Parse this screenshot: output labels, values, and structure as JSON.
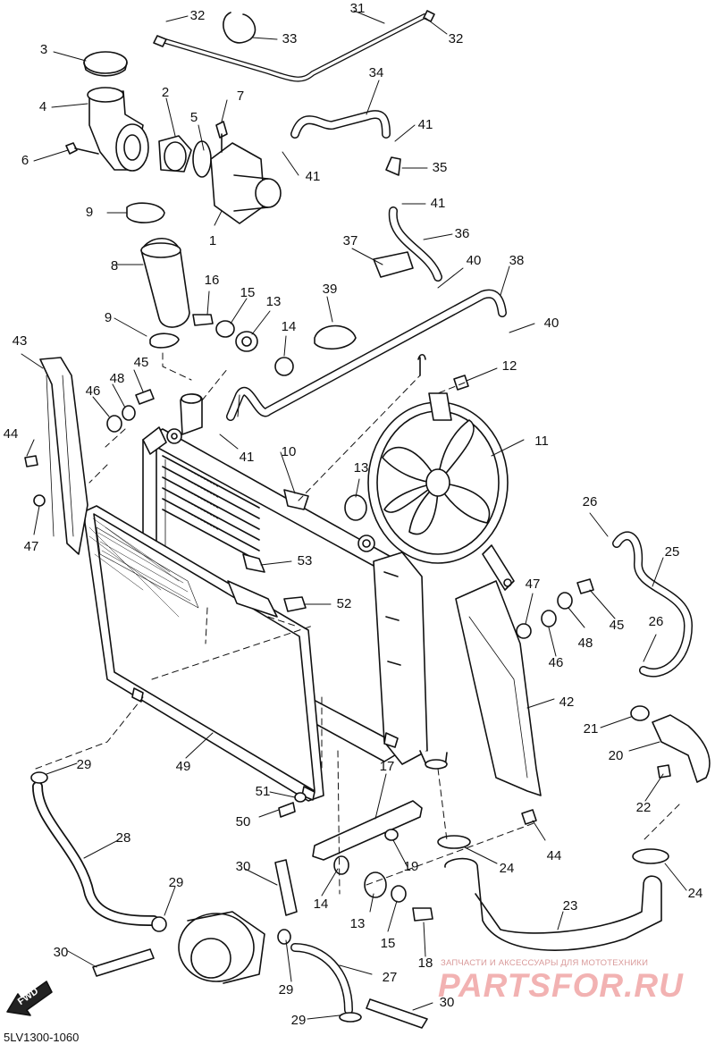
{
  "callouts": {
    "c1": "1",
    "c2": "2",
    "c3": "3",
    "c4": "4",
    "c5": "5",
    "c6": "6",
    "c7": "7",
    "c8": "8",
    "c9a": "9",
    "c9b": "9",
    "c10": "10",
    "c11": "11",
    "c12": "12",
    "c13a": "13",
    "c13b": "13",
    "c13c": "13",
    "c14a": "14",
    "c14b": "14",
    "c15a": "15",
    "c15b": "15",
    "c16": "16",
    "c17": "17",
    "c18": "18",
    "c19": "19",
    "c20": "20",
    "c21": "21",
    "c22": "22",
    "c23": "23",
    "c24a": "24",
    "c24b": "24",
    "c25": "25",
    "c26a": "26",
    "c26b": "26",
    "c27": "27",
    "c28": "28",
    "c29a": "29",
    "c29b": "29",
    "c29c": "29",
    "c29d": "29",
    "c30a": "30",
    "c30b": "30",
    "c30c": "30",
    "c31": "31",
    "c32a": "32",
    "c32b": "32",
    "c33": "33",
    "c34": "34",
    "c35": "35",
    "c36": "36",
    "c37": "37",
    "c38": "38",
    "c39": "39",
    "c40a": "40",
    "c40b": "40",
    "c41a": "41",
    "c41b": "41",
    "c41c": "41",
    "c41d": "41",
    "c42": "42",
    "c43": "43",
    "c44a": "44",
    "c44b": "44",
    "c45a": "45",
    "c45b": "45",
    "c46a": "46",
    "c46b": "46",
    "c47a": "47",
    "c47b": "47",
    "c48a": "48",
    "c48b": "48",
    "c49": "49",
    "c50": "50",
    "c51": "51",
    "c52": "52",
    "c53": "53"
  },
  "fwd_label": "FWD",
  "diagram_code": "5LV1300-1060",
  "watermark": {
    "caption": "ЗАПЧАСТИ И АКСЕССУАРЫ ДЛЯ МОТОТЕХНИКИ",
    "logo": "PARTSFOR.RU"
  }
}
